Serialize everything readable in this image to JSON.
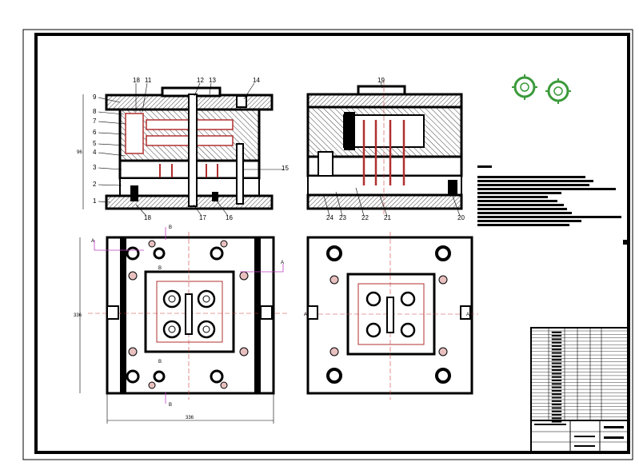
{
  "drawing": {
    "part_labels_front": [
      "9",
      "8",
      "7",
      "6",
      "5",
      "4",
      "3",
      "2",
      "1"
    ],
    "part_labels_top": [
      "18",
      "11",
      "12",
      "13",
      "14"
    ],
    "part_labels_right": [
      "15"
    ],
    "part_labels_bottom_left": [
      "18",
      "17",
      "16"
    ],
    "part_labels_side_top": [
      "19"
    ],
    "part_labels_side_bottom": [
      "24",
      "23",
      "22",
      "21",
      "20"
    ],
    "dim_height": "96",
    "dim_width_bottom": "336",
    "dim_side": "336",
    "section_marks": [
      "A",
      "A",
      "B",
      "B",
      "B",
      "B",
      "A",
      "A"
    ],
    "colors": {
      "outline": "#000000",
      "hatch": "#333333",
      "cavity": "#b03030",
      "centerline": "#d04040",
      "section": "#c040c0",
      "gear": "#3a9a3a",
      "dim": "#000000"
    }
  }
}
